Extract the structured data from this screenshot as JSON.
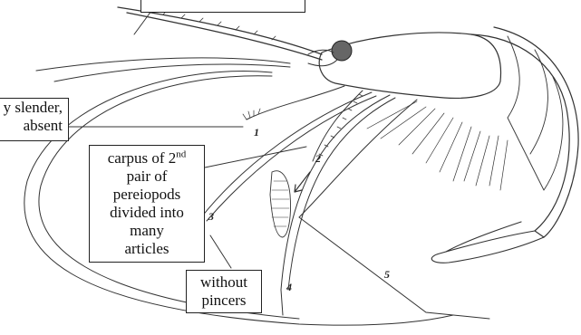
{
  "labels": {
    "top_box": "",
    "left_line1": "y slender,",
    "left_line2": "absent",
    "carpus_pre": "carpus of 2",
    "carpus_sup": "nd",
    "carpus_line2": "pair of",
    "carpus_line3": "pereiopods",
    "carpus_line4": "divided into",
    "carpus_line5": "many",
    "carpus_line6": "articles",
    "pincers_line1": "without",
    "pincers_line2": "pincers"
  },
  "legs": [
    "1",
    "2",
    "3",
    "4",
    "5"
  ],
  "colors": {
    "ink": "#222222",
    "paper": "#ffffff"
  }
}
